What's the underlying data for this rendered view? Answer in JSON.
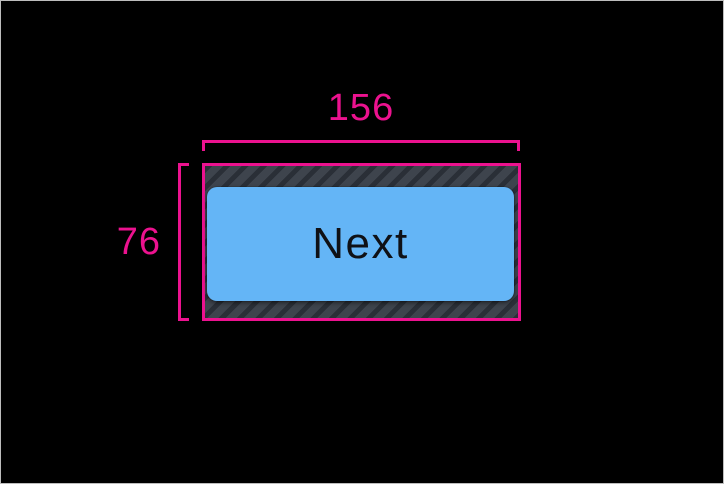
{
  "inspector": {
    "width_label": "156",
    "height_label": "76"
  },
  "button": {
    "label": "Next"
  },
  "colors": {
    "highlight_pink": "#EC128F",
    "padding_fill": "#3E444D",
    "padding_stripe": "#2A2F37",
    "button_blue": "#64B5F6",
    "button_text": "#0F1116",
    "canvas_black": "#000000",
    "frame_border": "#BDBDBD"
  }
}
